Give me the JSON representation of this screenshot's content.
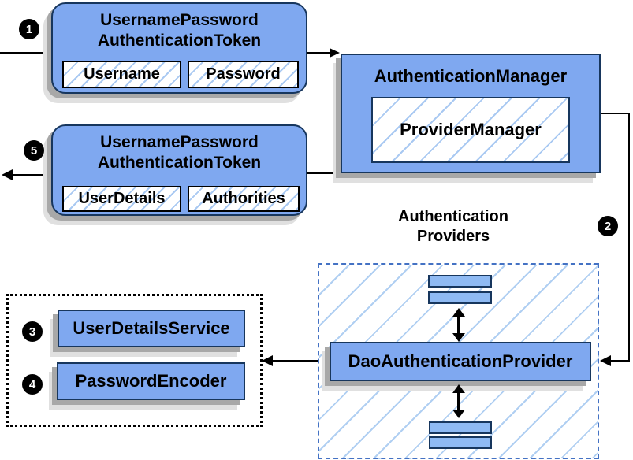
{
  "colors": {
    "node_fill": "#7fa8f0",
    "small_bar_fill": "#8fbaf3",
    "node_border": "#17365d",
    "field_border": "#000000",
    "hatch_line": "#a9c9f2",
    "dashed_group_border": "#4472c4",
    "dotted_group_border": "#000000",
    "connector": "#000000",
    "shadow": "#a8a8a8",
    "badge_bg": "#000000",
    "badge_text": "#ffffff"
  },
  "badges": {
    "step1": "1",
    "step2": "2",
    "step3": "3",
    "step4": "4",
    "step5": "5"
  },
  "request_token": {
    "title_line1": "UsernamePassword",
    "title_line2": "AuthenticationToken",
    "field1": "Username",
    "field2": "Password"
  },
  "authentication_manager": {
    "title": "AuthenticationManager",
    "inner_label": "ProviderManager"
  },
  "result_token": {
    "title_line1": "UsernamePassword",
    "title_line2": "AuthenticationToken",
    "field1": "UserDetails",
    "field2": "Authorities"
  },
  "providers": {
    "heading_line1": "Authentication",
    "heading_line2": "Providers",
    "main_provider": "DaoAuthenticationProvider"
  },
  "services": {
    "service1": "UserDetailsService",
    "service2": "PasswordEncoder"
  }
}
